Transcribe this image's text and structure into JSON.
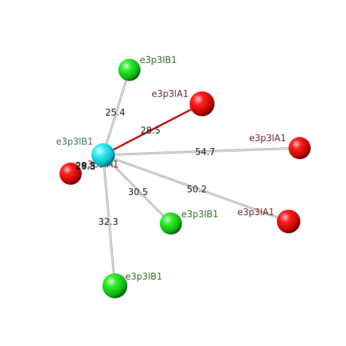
{
  "colors": {
    "center": "#00e5f0",
    "type_a": "#e00000",
    "type_b": "#10e010",
    "bond": "#c8c8c8",
    "highlight_bond": "#b00000",
    "label_center": "#2f6f6f",
    "label_a": "#6a1e1e",
    "label_b": "#2a6a1a"
  },
  "center": {
    "label": "e3p3lB1",
    "color": "center",
    "overlap_labels": [
      "e3p3lA1",
      "29.5",
      "26.3"
    ]
  },
  "neighbors": [
    {
      "id": "n1",
      "label": "e3p3lB1",
      "color": "type_b",
      "distance": "25.4",
      "highlight": false,
      "icon": "green-sphere"
    },
    {
      "id": "n2",
      "label": "e3p3lA1",
      "color": "type_a",
      "distance": "28.5",
      "highlight": true,
      "icon": "red-sphere"
    },
    {
      "id": "n3",
      "label": "e3p3lA1",
      "color": "type_a",
      "distance": "54.7",
      "highlight": false,
      "icon": "red-sphere"
    },
    {
      "id": "n4",
      "label": "e3p3lA1",
      "color": "type_a",
      "distance": "50.2",
      "highlight": false,
      "icon": "red-sphere"
    },
    {
      "id": "n5",
      "label": "e3p3lB1",
      "color": "type_b",
      "distance": "30.5",
      "highlight": false,
      "icon": "green-sphere"
    },
    {
      "id": "n6",
      "label": "e3p3lB1",
      "color": "type_b",
      "distance": "32.3",
      "highlight": false,
      "icon": "green-sphere"
    },
    {
      "id": "n7",
      "label": "",
      "color": "type_a",
      "distance": "",
      "highlight": false,
      "icon": "red-sphere"
    }
  ]
}
